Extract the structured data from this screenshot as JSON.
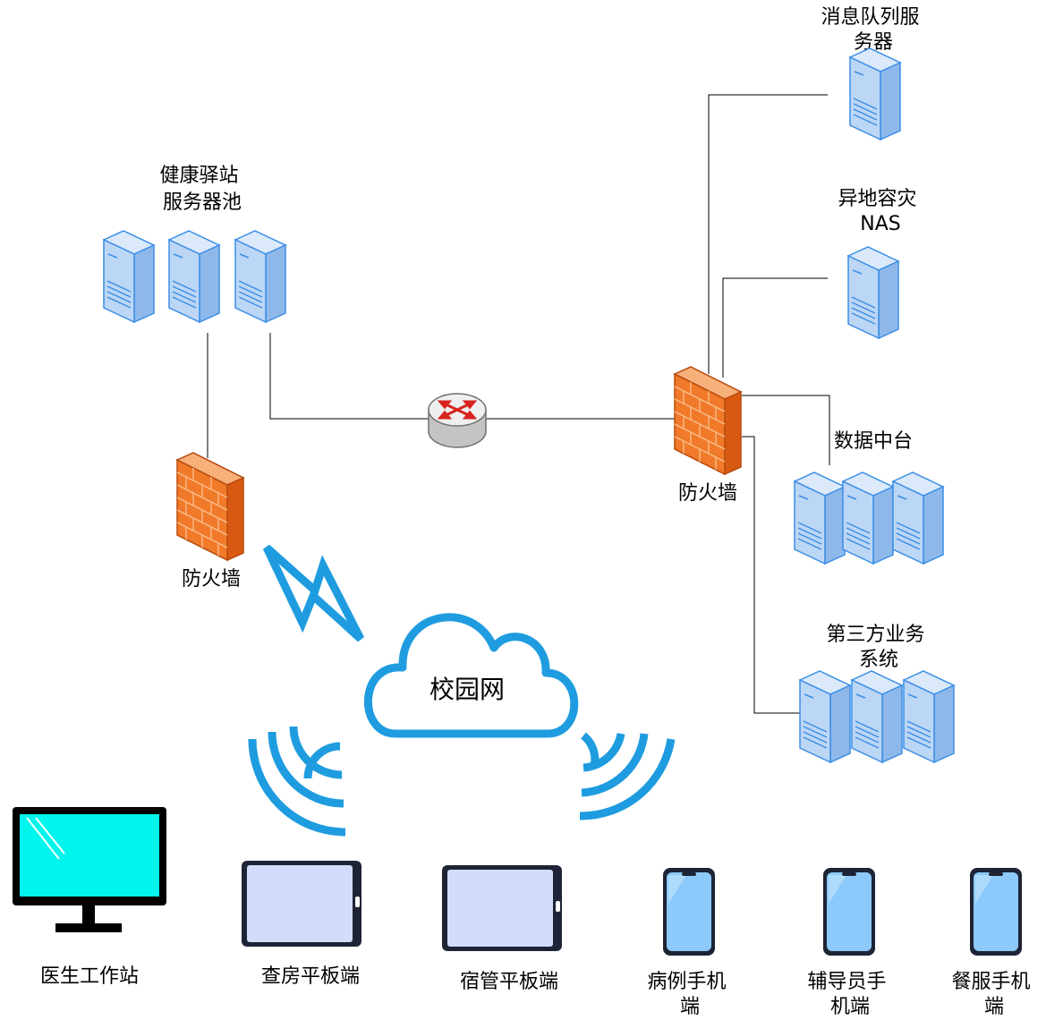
{
  "nodes": {
    "message_queue_server": {
      "label": [
        "消息队列服",
        "务器"
      ]
    },
    "health_server_pool": {
      "label": [
        "健康驿站",
        "服务器池"
      ]
    },
    "remote_disaster_nas": {
      "label": [
        "异地容灾",
        "NAS"
      ]
    },
    "firewall_left": {
      "label": [
        "防火墙"
      ]
    },
    "firewall_right": {
      "label": [
        "防火墙"
      ]
    },
    "data_center": {
      "label": [
        "数据中台"
      ]
    },
    "third_party_systems": {
      "label": [
        "第三方业务",
        "系统"
      ]
    },
    "campus_network": {
      "label": [
        "校园网"
      ]
    },
    "doctor_workstation": {
      "label": [
        "医生工作站"
      ]
    },
    "ward_round_tablet": {
      "label": [
        "查房平板端"
      ]
    },
    "dorm_tablet": {
      "label": [
        "宿管平板端"
      ]
    },
    "case_phone": {
      "label": [
        "病例手机",
        "端"
      ]
    },
    "counselor_phone": {
      "label": [
        "辅导员手",
        "机端"
      ]
    },
    "catering_phone": {
      "label": [
        "餐服手机",
        "端"
      ]
    }
  },
  "colors": {
    "server_front": "#bcd6f5",
    "server_side": "#8fb8ea",
    "server_stroke": "#3b8ee6",
    "firewall_front": "#f07a2a",
    "firewall_side": "#d85a12",
    "cloud_stroke": "#1f9ce0",
    "monitor_screen": "#00f5ec",
    "tablet_screen": "#d2dcfb",
    "phone_screen": "#8ccafb",
    "device_frame": "#1e2435"
  }
}
